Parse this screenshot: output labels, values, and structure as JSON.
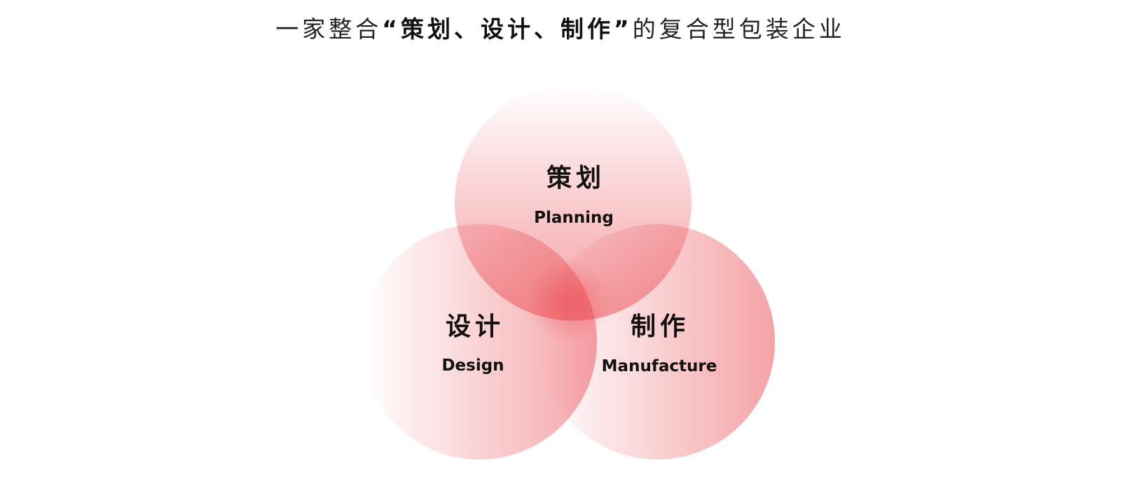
{
  "headline": {
    "prefix": "一家整合",
    "open_quote": "“",
    "emphasis": "策划、设计、制作",
    "close_quote": "”",
    "suffix": "的复合型包装企业"
  },
  "venn": {
    "colors": {
      "circle_fill": "#ea4e55",
      "overlap_center": "#e8343c"
    },
    "sets": [
      {
        "id": "planning",
        "label_cn": "策划",
        "label_en": "Planning"
      },
      {
        "id": "design",
        "label_cn": "设计",
        "label_en": "Design"
      },
      {
        "id": "manufacture",
        "label_cn": "制作",
        "label_en": "Manufacture"
      }
    ]
  }
}
